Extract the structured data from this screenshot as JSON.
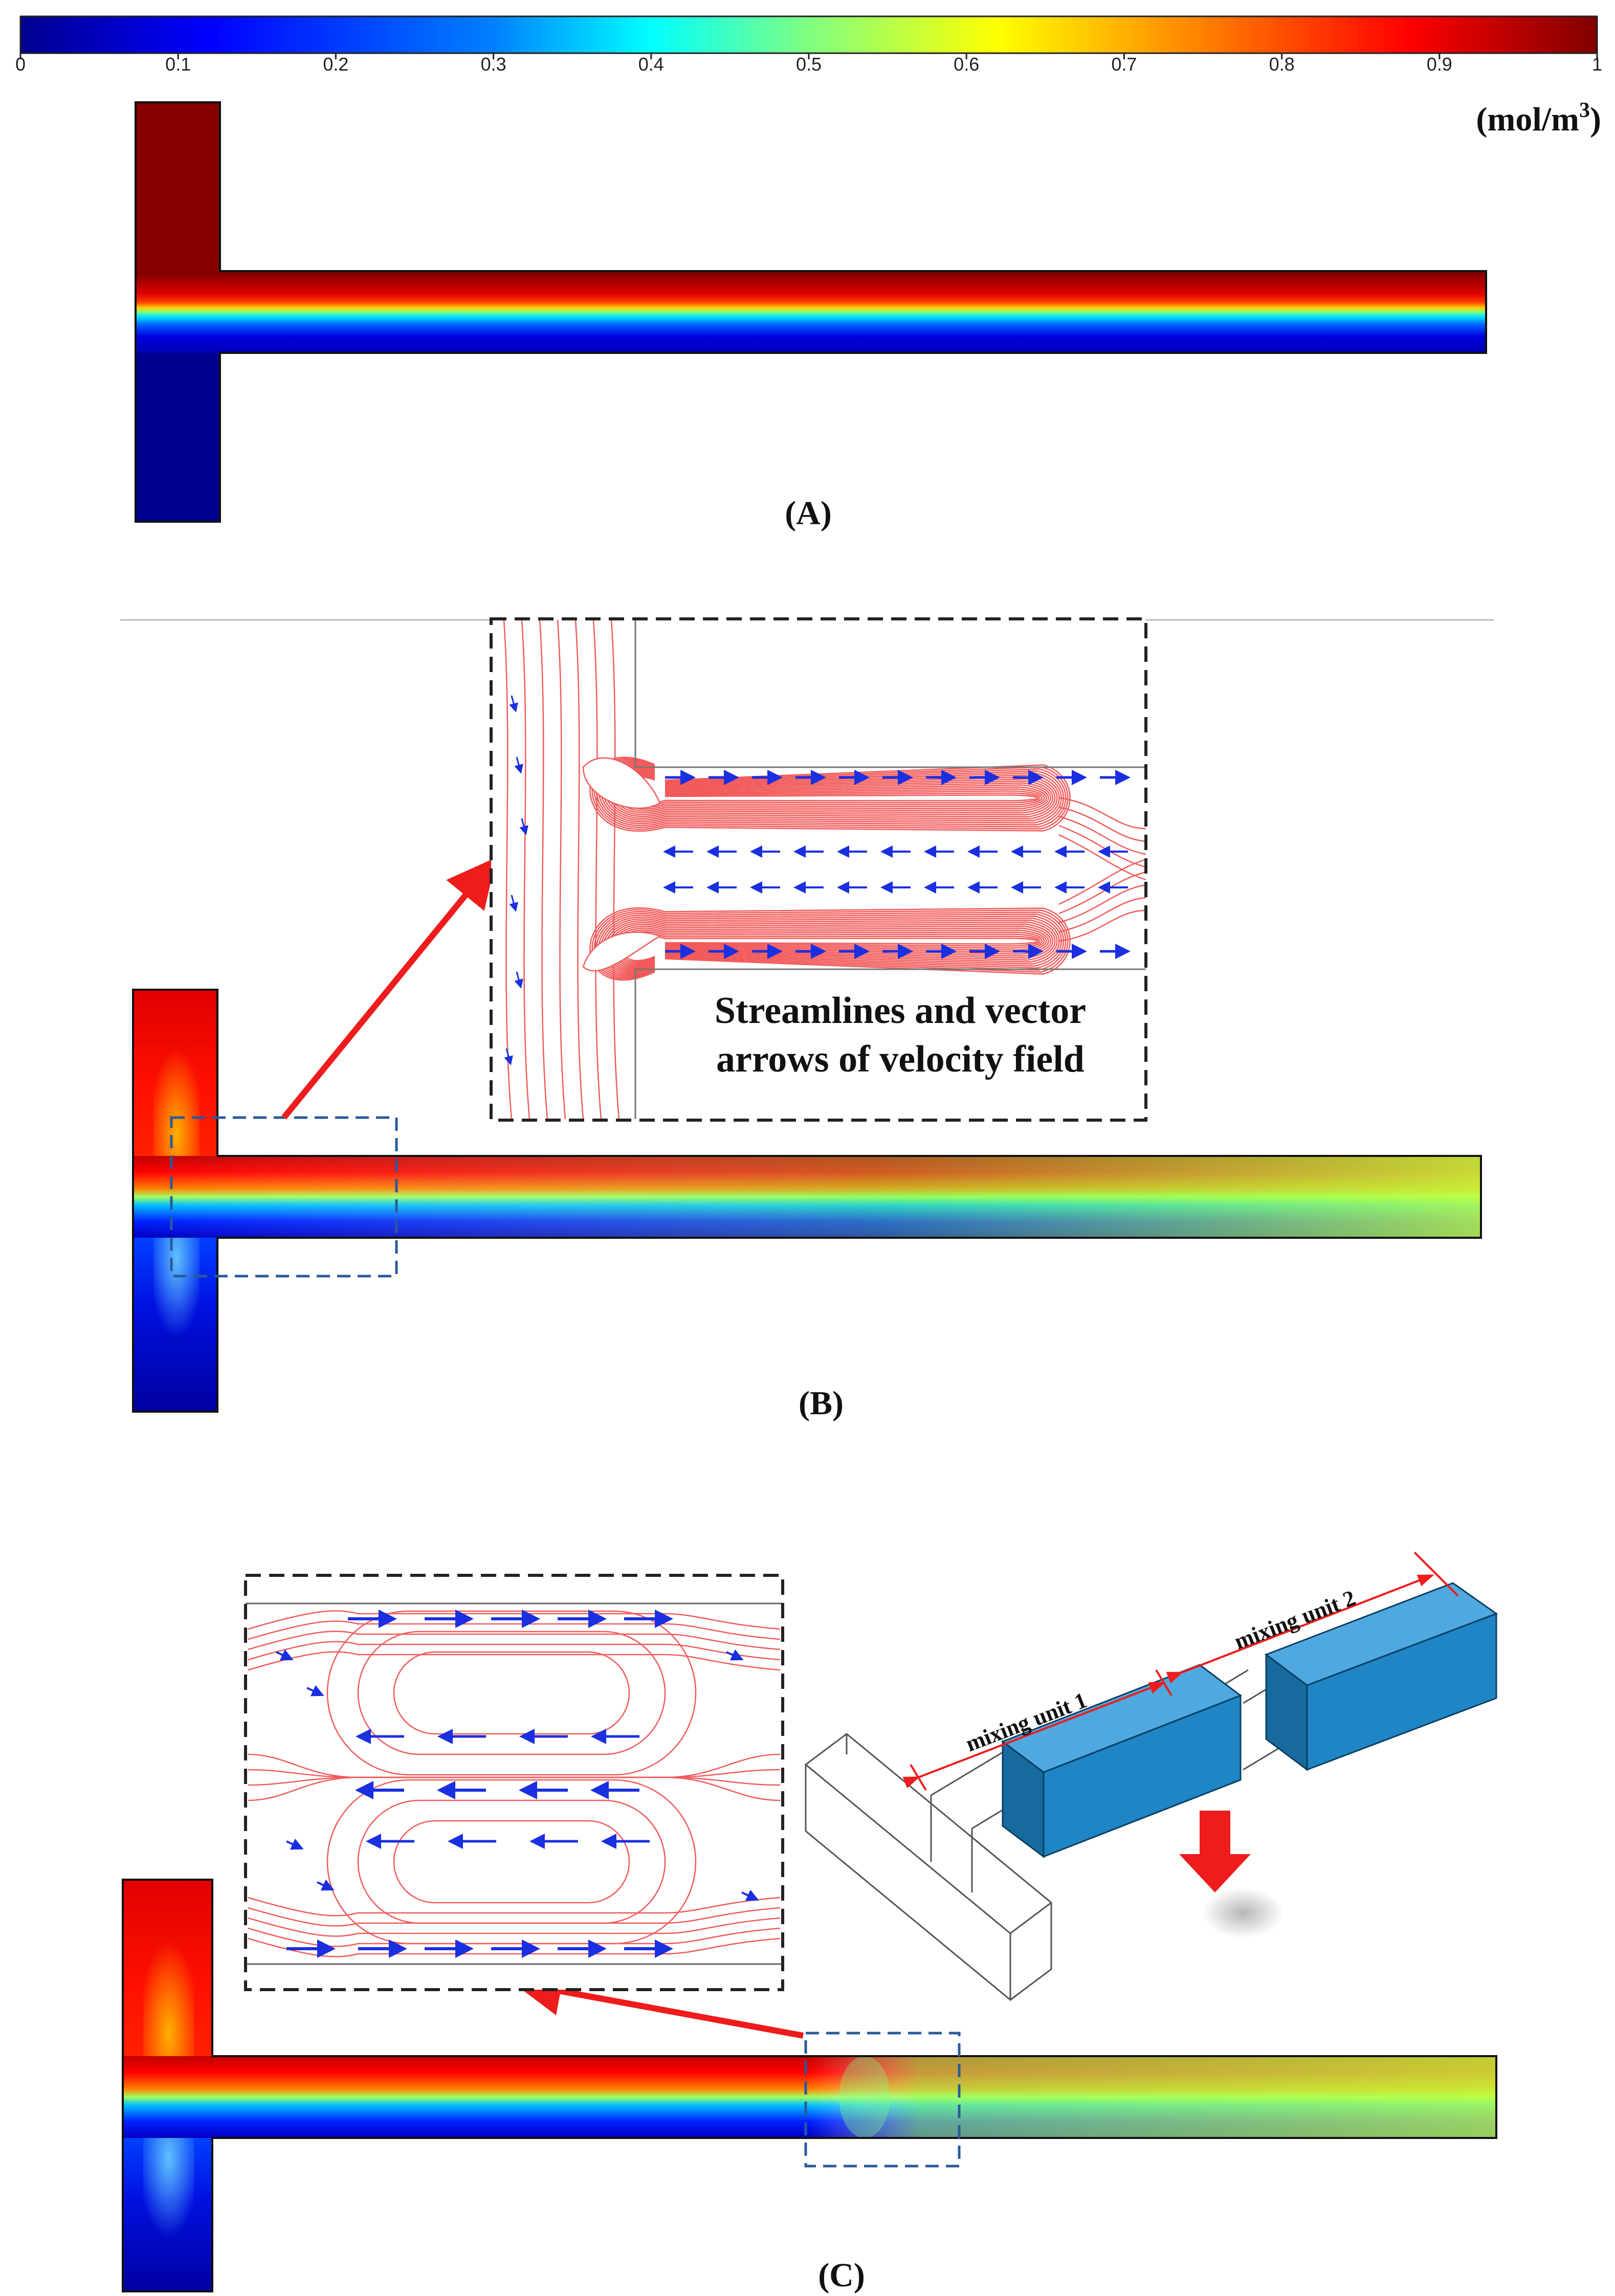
{
  "colorbar": {
    "ticks": [
      "0",
      "0.1",
      "0.2",
      "0.3",
      "0.4",
      "0.5",
      "0.6",
      "0.7",
      "0.8",
      "0.9",
      "1"
    ],
    "unit": "(mol/m",
    "unit_sup": "3",
    "unit_close": ")",
    "colors": [
      "#00008f",
      "#0000ff",
      "#0080ff",
      "#00ffff",
      "#80ff80",
      "#ffff00",
      "#ff8000",
      "#ff0000",
      "#800000"
    ]
  },
  "panels": {
    "a_label": "(A)",
    "b_label": "(B)",
    "c_label": "(C)"
  },
  "inset_b": {
    "caption_line1": "Streamlines and vector",
    "caption_line2": "arrows of velocity field"
  },
  "mixer3d": {
    "unit1": "mixing unit 1",
    "unit2": "mixing unit 2"
  },
  "colors": {
    "streamline": "#f25a5a",
    "vector": "#1a2fe0",
    "pointer": "#ee1c1c",
    "zoom_box": "#2a5a9a",
    "block_front": "#1f85c4",
    "block_top": "#4fa9e0",
    "block_side": "#176a9e"
  }
}
